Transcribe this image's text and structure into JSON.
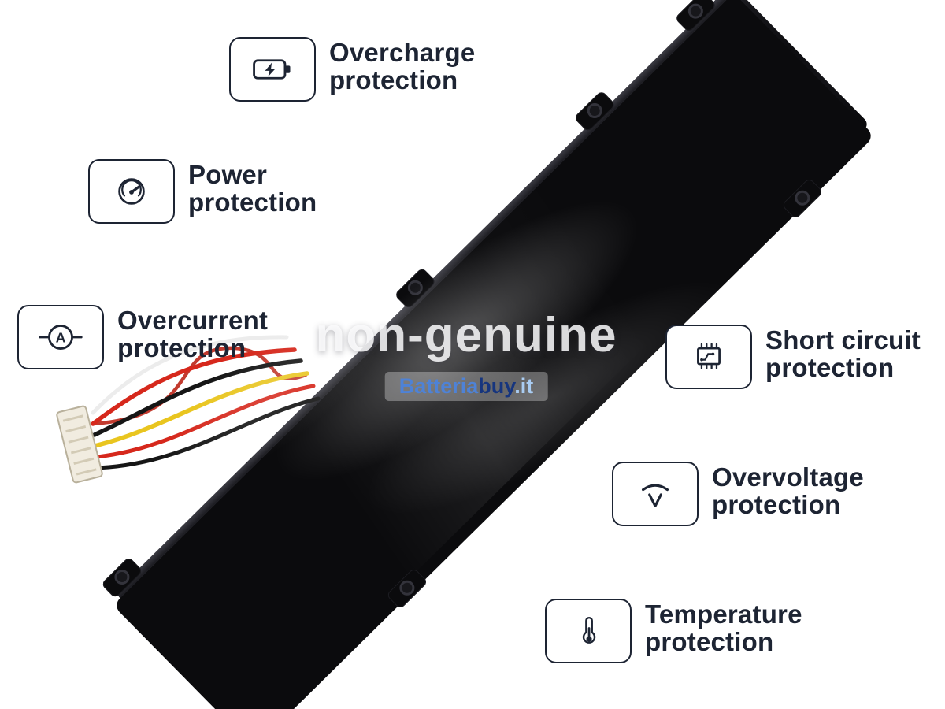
{
  "watermark": {
    "main": "non-genuine",
    "brand": {
      "part1": "Batteria",
      "part2": "buy",
      "part3": ".it"
    }
  },
  "callouts": [
    {
      "icon": "battery-charge-icon",
      "line1": "Overcharge",
      "line2": "protection"
    },
    {
      "icon": "power-gauge-icon",
      "line1": "Power",
      "line2": "protection"
    },
    {
      "icon": "ammeter-icon",
      "line1": "Overcurrent",
      "line2": "protection"
    },
    {
      "icon": "circuit-chip-icon",
      "line1": "Short circuit",
      "line2": "protection"
    },
    {
      "icon": "voltage-arc-icon",
      "line1": "Overvoltage",
      "line2": "protection"
    },
    {
      "icon": "thermometer-icon",
      "line1": "Temperature",
      "line2": "protection"
    }
  ],
  "colors": {
    "text": "#1d2433",
    "icon_stroke": "#1d2433",
    "battery_body": "#0d0d10",
    "wire_red": "#d6281c",
    "wire_yellow": "#e9c51f",
    "wire_black": "#161616",
    "wire_white": "#ececec",
    "brand_blue": "#4e82d6",
    "brand_navy": "#16357e",
    "brand_light_blue": "#a9ccf2"
  }
}
